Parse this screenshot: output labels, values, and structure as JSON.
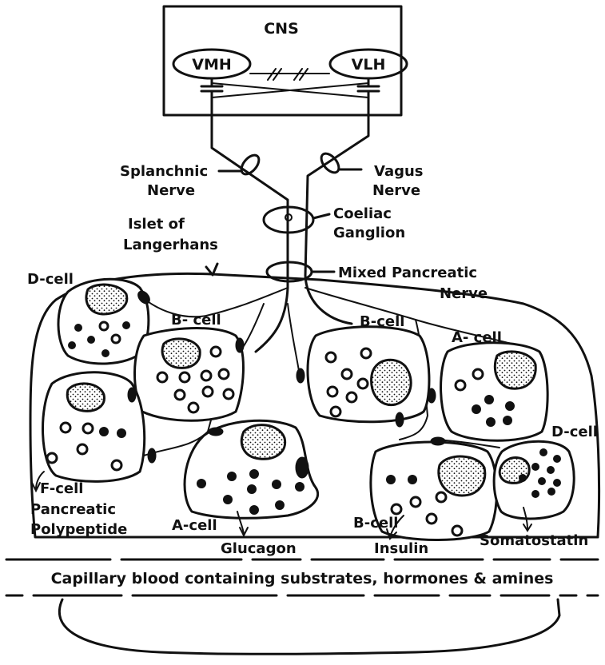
{
  "labels": {
    "cns": "CNS",
    "vmh": "VMH",
    "vlh": "VLH",
    "splanchnic_line1": "Splanchnic",
    "splanchnic_line2": "Nerve",
    "vagus_line1": "Vagus",
    "vagus_line2": "Nerve",
    "islet_line1": "Islet of",
    "islet_line2": "Langerhans",
    "coeliac_line1": "Coeliac",
    "coeliac_line2": "Ganglion",
    "mixed_line1": "Mixed Pancreatic",
    "mixed_line2": "Nerve",
    "d_cell_left": "D-cell",
    "b_cell_left": "B- cell",
    "b_cell_right": "B-cell",
    "a_cell_right": "A- cell",
    "d_cell_right": "D-cell",
    "f_cell": "F-cell",
    "pp_line1": "Pancreatic",
    "pp_line2": "Polypeptide",
    "a_cell_bottom": "A-cell",
    "glucagon": "Glucagon",
    "b_cell_bottom": "B-cell",
    "insulin": "Insulin",
    "somatostatin": "Somatostatin",
    "capillary": "Capillary blood containing substrates, hormones & amines"
  },
  "colors": {
    "ink": "#111111",
    "paper": "#ffffff"
  }
}
